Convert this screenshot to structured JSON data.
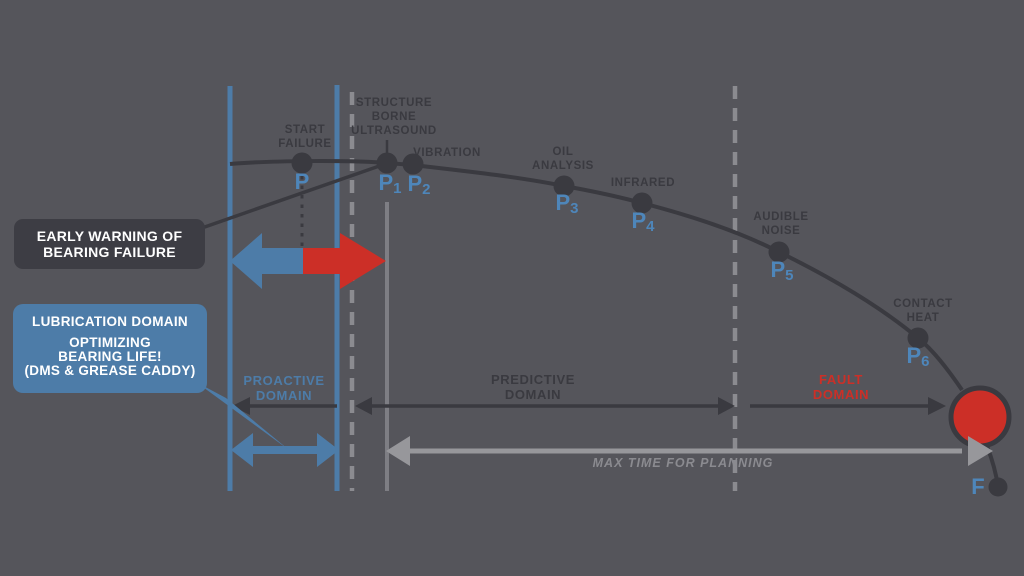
{
  "colors": {
    "background": "#55555b",
    "ink": "#3a3a40",
    "blue": "#4d7ca8",
    "blue-bright": "#4e86ba",
    "red": "#cc2f27",
    "gray-line": "#97979b",
    "gray-mid": "#7e7e84",
    "white": "#ffffff"
  },
  "diagram_title": "P-F curve: early warning of bearing failure",
  "points": [
    {
      "label": "P",
      "sub": "",
      "method": "START\nFAILURE"
    },
    {
      "label": "P",
      "sub": "1",
      "method": "STRUCTURE\nBORNE\nULTRASOUND"
    },
    {
      "label": "P",
      "sub": "2",
      "method": "VIBRATION"
    },
    {
      "label": "P",
      "sub": "3",
      "method": "OIL\nANALYSIS"
    },
    {
      "label": "P",
      "sub": "4",
      "method": "INFRARED"
    },
    {
      "label": "P",
      "sub": "5",
      "method": "AUDIBLE\nNOISE"
    },
    {
      "label": "P",
      "sub": "6",
      "method": "CONTACT\nHEAT"
    },
    {
      "label": "F",
      "sub": "",
      "method": ""
    }
  ],
  "callouts": {
    "early_warning": {
      "text": "EARLY WARNING OF\nBEARING FAILURE"
    },
    "lubrication": {
      "title": "LUBRICATION DOMAIN",
      "body": "OPTIMIZING\nBEARING LIFE!\n(DMS & GREASE CADDY)"
    }
  },
  "domains": [
    {
      "label": "PROACTIVE\nDOMAIN"
    },
    {
      "label": "PREDICTIVE\nDOMAIN"
    },
    {
      "label": "FAULT\nDOMAIN"
    }
  ],
  "timeline": {
    "max_time_label": "MAX TIME FOR PLANNING"
  }
}
